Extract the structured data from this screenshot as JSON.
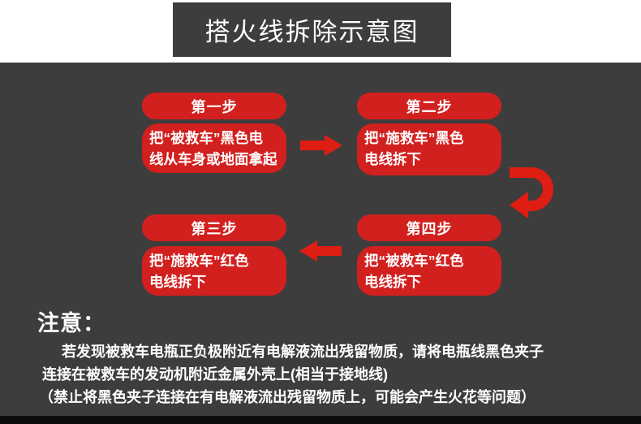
{
  "title": "搭火线拆除示意图",
  "colors": {
    "page_background": "#ffffff",
    "panel_background": "#3d3d3d",
    "step_red": "#d2201e",
    "arrow_red": "#de1d13",
    "text_white": "#ffffff",
    "footer_black": "#0d0d0d"
  },
  "steps": [
    {
      "label": "第一步",
      "line1": "把“被救车”黑色电",
      "line2": "线从车身或地面拿起"
    },
    {
      "label": "第二步",
      "line1": "把“施救车”黑色",
      "line2": "电线拆下"
    },
    {
      "label": "第三步",
      "line1": "把“施救车”红色",
      "line2": "电线拆下"
    },
    {
      "label": "第四步",
      "line1": "把“被救车”红色",
      "line2": "电线拆下"
    }
  ],
  "arrows": {
    "step1_to_step2": "right-arrow",
    "step2_to_step4": "u-turn-down-arrow",
    "step4_to_step3": "left-arrow"
  },
  "note": {
    "heading": "注意：",
    "lines": [
      "若发现被救车电瓶正负极附近有电解液流出残留物质，请将电瓶线黑色夹子",
      "连接在被救车的发动机附近金属外壳上(相当于接地线)",
      "（禁止将黑色夹子连接在有电解液流出残留物质上，可能会产生火花等问题）"
    ]
  }
}
